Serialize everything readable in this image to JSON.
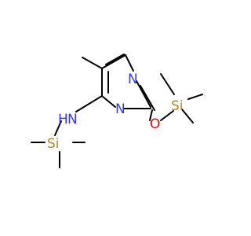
{
  "molecule": {
    "colors": {
      "carbon": "#000000",
      "nitrogen": "#3333FF",
      "oxygen": "#FF0000",
      "silicon": "#B3872E",
      "background": "#FFFFFF"
    },
    "atoms": {
      "ring_n_top": "N",
      "ring_n_bottom": "N",
      "amine_n": "N",
      "amine_h": "H",
      "oxygen": "O",
      "silicon_right": "Si",
      "silicon_left": "Si"
    }
  }
}
